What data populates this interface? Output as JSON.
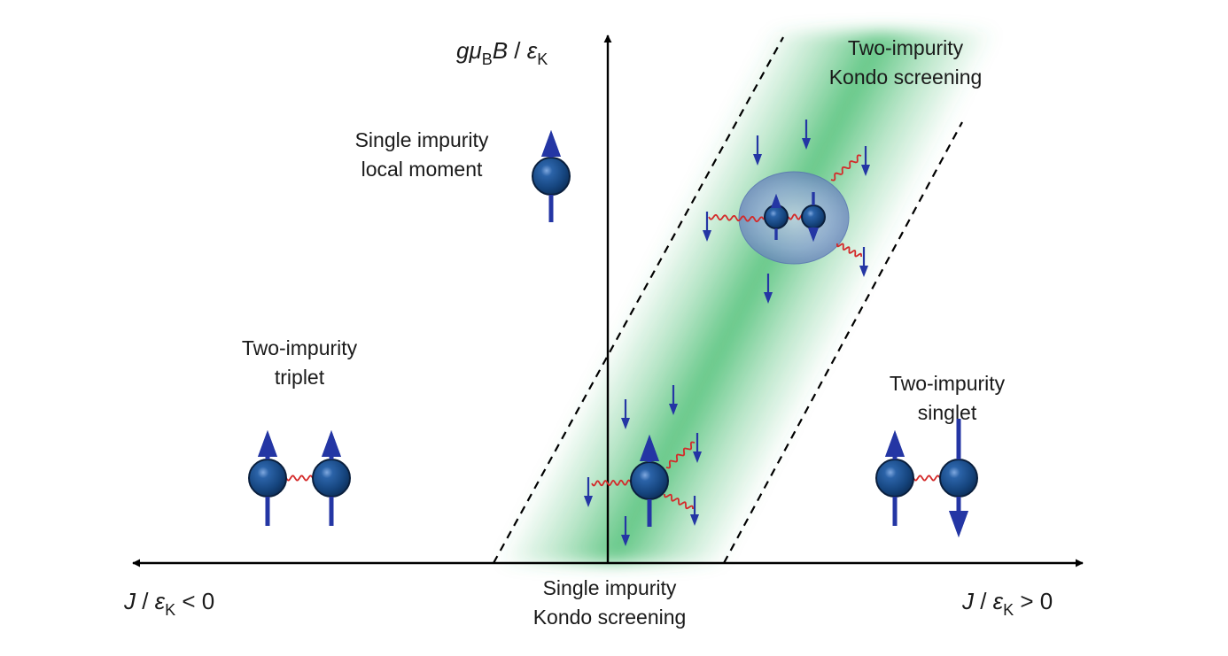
{
  "axes": {
    "y_label": {
      "g": "g",
      "mu": "μ",
      "B_sub": "B",
      "B": "B",
      "slash": " / ",
      "eps": "ε",
      "K_sub": "K"
    },
    "x_left": {
      "J": "J",
      "slash": " / ",
      "eps": "ε",
      "K_sub": "K",
      "rel": " < 0"
    },
    "x_right": {
      "J": "J",
      "slash": " / ",
      "eps": "ε",
      "K_sub": "K",
      "rel": " > 0"
    }
  },
  "regions": {
    "single_local_moment": {
      "line1": "Single impurity",
      "line2": "local moment"
    },
    "two_kondo": {
      "line1": "Two-impurity",
      "line2": "Kondo screening"
    },
    "two_triplet": {
      "line1": "Two-impurity",
      "line2": "triplet"
    },
    "two_singlet": {
      "line1": "Two-impurity",
      "line2": "singlet"
    },
    "single_kondo": {
      "line1": "Single impurity",
      "line2": "Kondo screening"
    }
  },
  "colors": {
    "axis": "#000000",
    "sphere": "#14457f",
    "spin_arrow": "#2436a4",
    "coupling": "#d42a2a",
    "kondo_band": "#3fba6a",
    "kondo_cloud": "#6f8fc8"
  },
  "icons": [
    "axis-arrow",
    "spin-up-arrow",
    "spin-down-arrow",
    "impurity-sphere",
    "exchange-coupling",
    "kondo-cloud"
  ]
}
